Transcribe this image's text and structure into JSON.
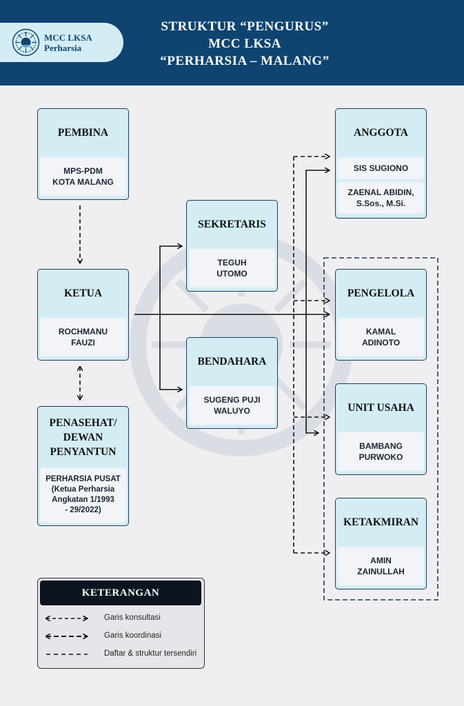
{
  "header": {
    "logo_name_line1": "MCC LKSA",
    "logo_name_line2": "Perharsia",
    "title_line1": "STRUKTUR “PENGURUS”",
    "title_line2": "MCC LKSA",
    "title_line3": "“PERHARSIA – MALANG”"
  },
  "nodes": {
    "pembina": {
      "title": "PEMBINA",
      "value": "MPS-PDM\nKOTA MALANG"
    },
    "ketua": {
      "title": "KETUA",
      "value": "ROCHMANU\nFAUZI"
    },
    "penasehat": {
      "title": "PENASEHAT/\nDEWAN\nPENYANTUN",
      "value": "PERHARSIA PUSAT\n(Ketua Perharsia\nAngkatan 1/1993\n- 29/2022)"
    },
    "sekretaris": {
      "title": "SEKRETARIS",
      "value": "TEGUH\nUTOMO"
    },
    "bendahara": {
      "title": "BENDAHARA",
      "value": "SUGENG PUJI\nWALUYO"
    },
    "anggota": {
      "title": "ANGGOTA",
      "value1": "SIS SUGIONO",
      "value2": "ZAENAL ABIDIN,\nS.Sos., M.Si."
    },
    "pengelola": {
      "title": "PENGELOLA",
      "value": "KAMAL\nADINOTO"
    },
    "unit_usaha": {
      "title": "UNIT USAHA",
      "value": "BAMBANG\nPURWOKO"
    },
    "ketakmiran": {
      "title": "KETAKMIRAN",
      "value": "AMIN\nZAINULLAH"
    }
  },
  "legend": {
    "title": "KETERANGAN",
    "items": [
      "Garis konsultasi",
      "Garis koordinasi",
      "Daftar & struktur tersendiri"
    ]
  },
  "colors": {
    "header_bg": "#0f4470",
    "box_bg": "#d4edf5",
    "box_value_bg": "#f2f4f7",
    "border": "#1e3a58",
    "legend_title_bg": "#0c1420"
  }
}
